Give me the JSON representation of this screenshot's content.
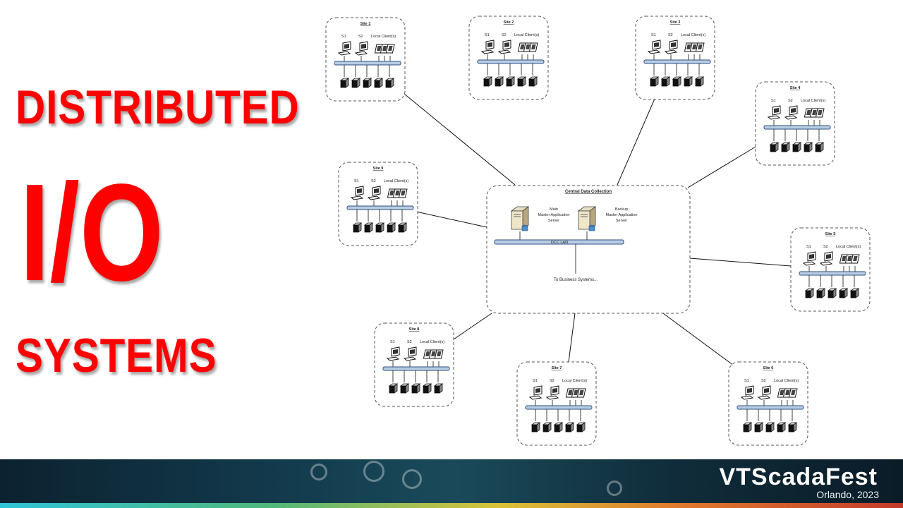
{
  "slide": {
    "title_line1": "DISTRIBUTED",
    "title_line2": "I/O",
    "title_line3": "SYSTEMS",
    "title_color": "#ff0000"
  },
  "central": {
    "title": "Central Data Collection",
    "main_server": [
      "Main",
      "Master Application",
      "Server"
    ],
    "backup_server": [
      "Backup",
      "Master Application",
      "Server"
    ],
    "lan_label": "DCC LAN",
    "business_label": "To Business Systems..."
  },
  "sites": [
    {
      "name": "Site 1"
    },
    {
      "name": "Site 2"
    },
    {
      "name": "Site 3"
    },
    {
      "name": "Site 4"
    },
    {
      "name": "Site 5"
    },
    {
      "name": "Site 6"
    },
    {
      "name": "Site 7"
    },
    {
      "name": "Site 8"
    },
    {
      "name": "Site 9"
    }
  ],
  "site_labels": {
    "s1": "S1",
    "s2": "S2",
    "clients": "Local Client(s)"
  },
  "footer": {
    "brand": "VTScadaFest",
    "event": "Orlando, 2023"
  },
  "colors": {
    "bus_fill": "#b8cce4",
    "bus_stroke": "#2f4f7f",
    "box_stroke": "#555555"
  }
}
